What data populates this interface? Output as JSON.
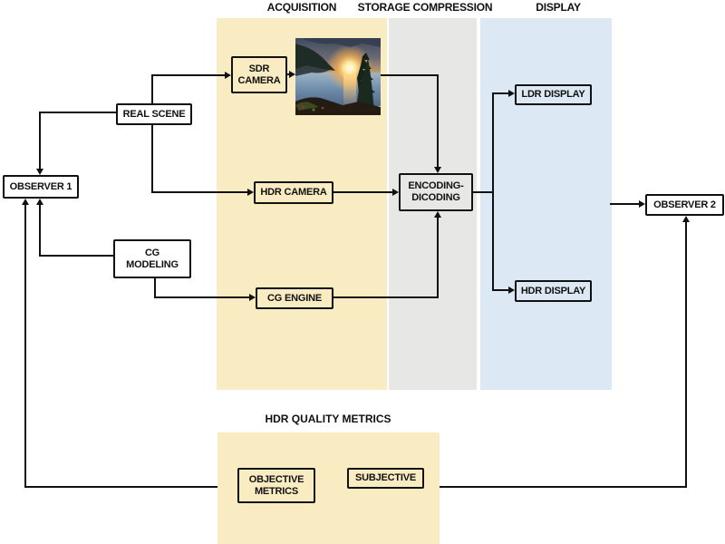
{
  "header": {
    "columns": [
      {
        "label": "ACQUISITION"
      },
      {
        "label": "STORAGE COMPRESSION"
      },
      {
        "label": "DISPLAY"
      }
    ]
  },
  "nodes": {
    "observer1": "OBSERVER 1",
    "real_scene": "REAL SCENE",
    "cg_modeling": "CG\nMODELING",
    "sdr_camera": "SDR\nCAMERA",
    "hdr_camera": "HDR CAMERA",
    "cg_engine": "CG ENGINE",
    "encoding": "ENCODING-\nDICODING",
    "ldr_display": "LDR DISPLAY",
    "hdr_display": "HDR DISPLAY",
    "observer2": "OBSERVER 2"
  },
  "metrics": {
    "title": "HDR QUALITY METRICS",
    "objective": "OBJECTIVE\nMETRICS",
    "subjective": "SUBJECTIVE"
  },
  "photo": {
    "name": "sunset-lake-photo"
  },
  "colors": {
    "acquisition_bg": "#FAECC2",
    "storage_bg": "#E7E7E5",
    "display_bg": "#DCE8F3",
    "metrics_bg": "#FAECC2",
    "line": "#111111",
    "box_border": "#111111"
  }
}
